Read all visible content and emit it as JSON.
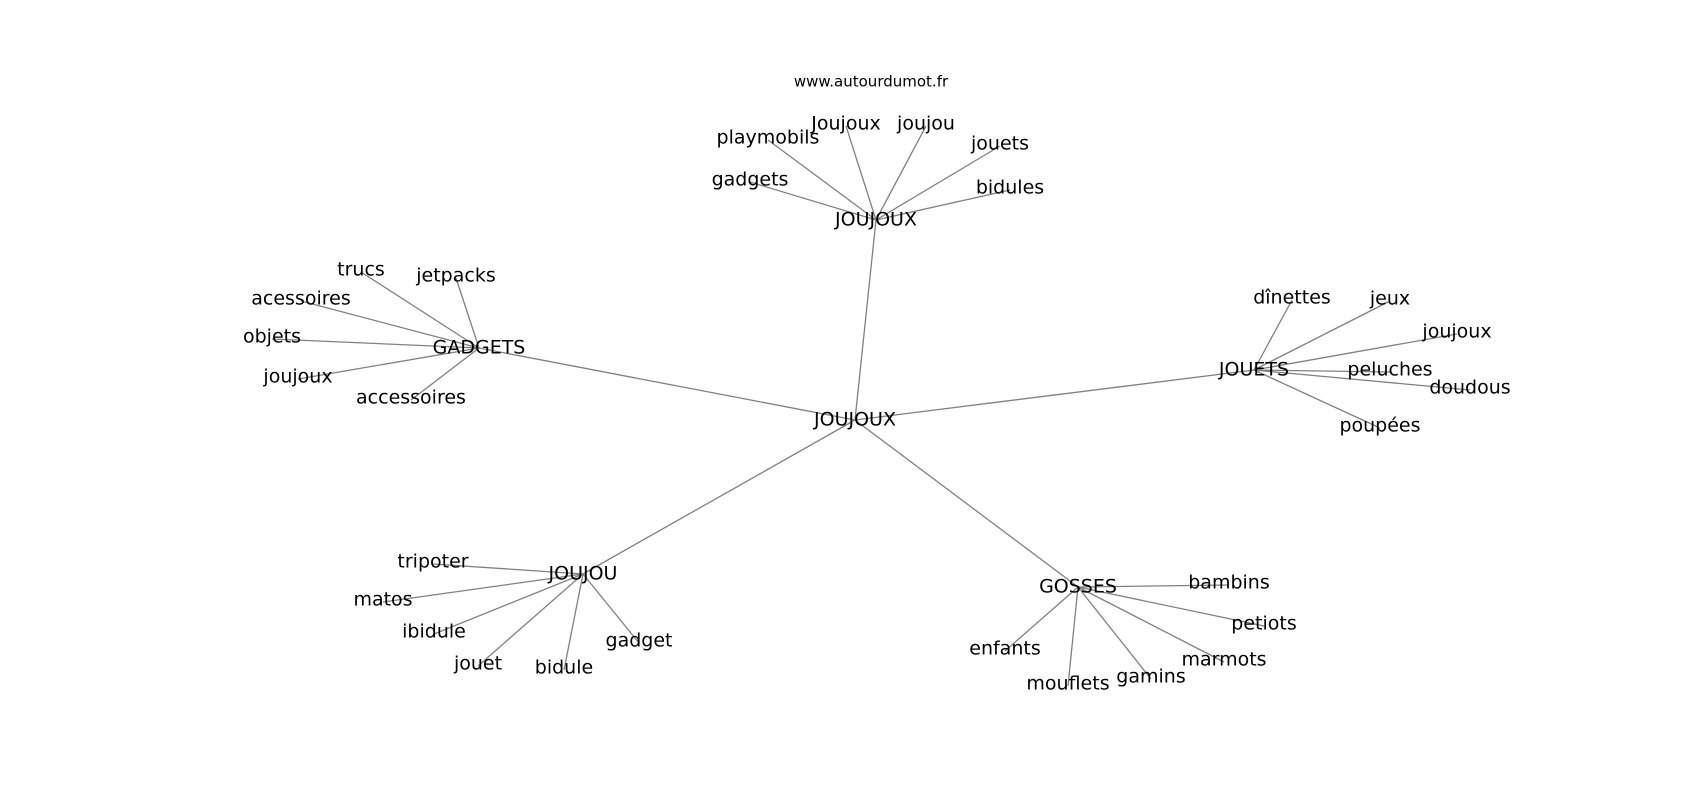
{
  "source_label": "www.autourdumot.fr",
  "center": {
    "label": "JOUJOUX"
  },
  "hubs": [
    {
      "id": "hub-joujoux-top",
      "label": "JOUJOUX",
      "words": [
        "gadgets",
        "playmobils",
        "Joujoux",
        "joujou",
        "jouets",
        "bidules"
      ]
    },
    {
      "id": "hub-gadgets",
      "label": "GADGETS",
      "words": [
        "trucs",
        "jetpacks",
        "acessoires",
        "objets",
        "joujoux",
        "accessoires"
      ]
    },
    {
      "id": "hub-jouets",
      "label": "JOUETS",
      "words": [
        "dînettes",
        "jeux",
        "joujoux",
        "peluches",
        "doudous",
        "poupées"
      ]
    },
    {
      "id": "hub-joujou",
      "label": "JOUJOU",
      "words": [
        "tripoter",
        "matos",
        "ibidule",
        "jouet",
        "bidule",
        "gadget"
      ]
    },
    {
      "id": "hub-gosses",
      "label": "GOSSES",
      "words": [
        "bambins",
        "petiots",
        "marmots",
        "gamins",
        "mouflets",
        "enfants"
      ]
    }
  ]
}
